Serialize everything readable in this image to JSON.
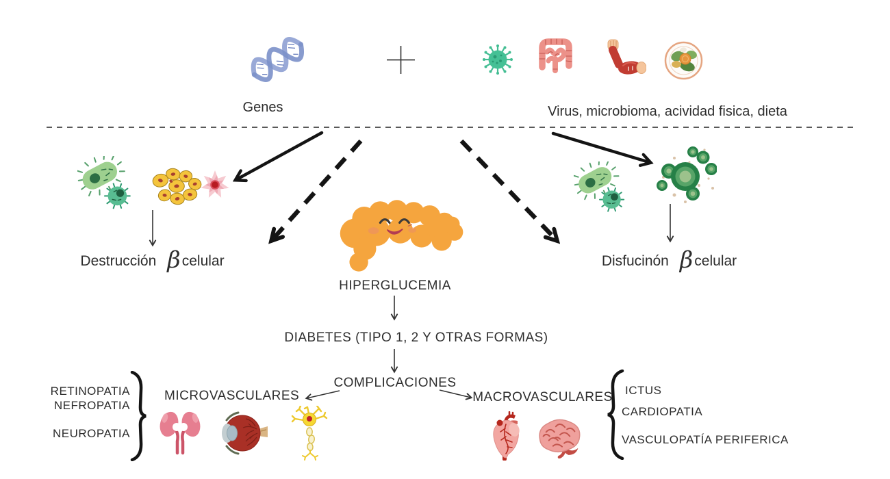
{
  "header": {
    "genes_label": "Genes",
    "plus": "+",
    "environment_label": "Virus, microbioma, acividad fisica, dieta"
  },
  "pathways": {
    "left_outcome": {
      "word": "Destrucción",
      "beta": "β",
      "cell": "celular"
    },
    "right_outcome": {
      "word": "Disfucinón",
      "beta": "β",
      "cell": "celular"
    }
  },
  "cascade": {
    "hyperglycemia": "HIPERGLUCEMIA",
    "diabetes": "DIABETES (TIPO 1, 2 Y OTRAS FORMAS)",
    "complications": "COMPLICACIONES"
  },
  "complications": {
    "microvascular": {
      "label": "MICROVASCULARES",
      "items": [
        "RETINOPATIA",
        "NEFROPATIA",
        "NEUROPATIA"
      ]
    },
    "macrovascular": {
      "label": "MACROVASCULARES",
      "items": [
        "ICTUS",
        "CARDIOPATIA",
        "VASCULOPATÍA PERIFERICA"
      ]
    }
  },
  "icons": {
    "dna": "dna-icon",
    "plus": "plus-icon",
    "virus": "virus-icon",
    "intestine": "intestine-icon",
    "muscle_arm": "muscle-arm-icon",
    "food_plate": "food-plate-icon",
    "bacteria": "bacteria-icon",
    "islet_cells": "islet-cells-icon",
    "immune_cell": "immune-cell-icon",
    "pancreas": "pancreas-icon",
    "beta_cells": "beta-cells-icon",
    "kidneys": "kidneys-icon",
    "eye": "eye-icon",
    "neuron": "neuron-icon",
    "heart": "heart-icon",
    "brain": "brain-icon"
  },
  "colors": {
    "text": "#2d2d2d",
    "dna_blue": "#8194cc",
    "virus_green": "#45c095",
    "intestine_pink": "#ec9189",
    "muscle_red": "#c13c32",
    "skin": "#f5c59c",
    "islet_yellow": "#f4c43c",
    "immune_core_red": "#b71c22",
    "pancreas_orange": "#f5a53e",
    "beta_cell_green": "#268047",
    "kidney_pink": "#e67e90",
    "eye_red": "#a93026",
    "neuron_yellow": "#f6d832",
    "heart_pink": "#f2a6a1",
    "heart_red": "#b5271d",
    "brain_pink": "#efa09c"
  }
}
